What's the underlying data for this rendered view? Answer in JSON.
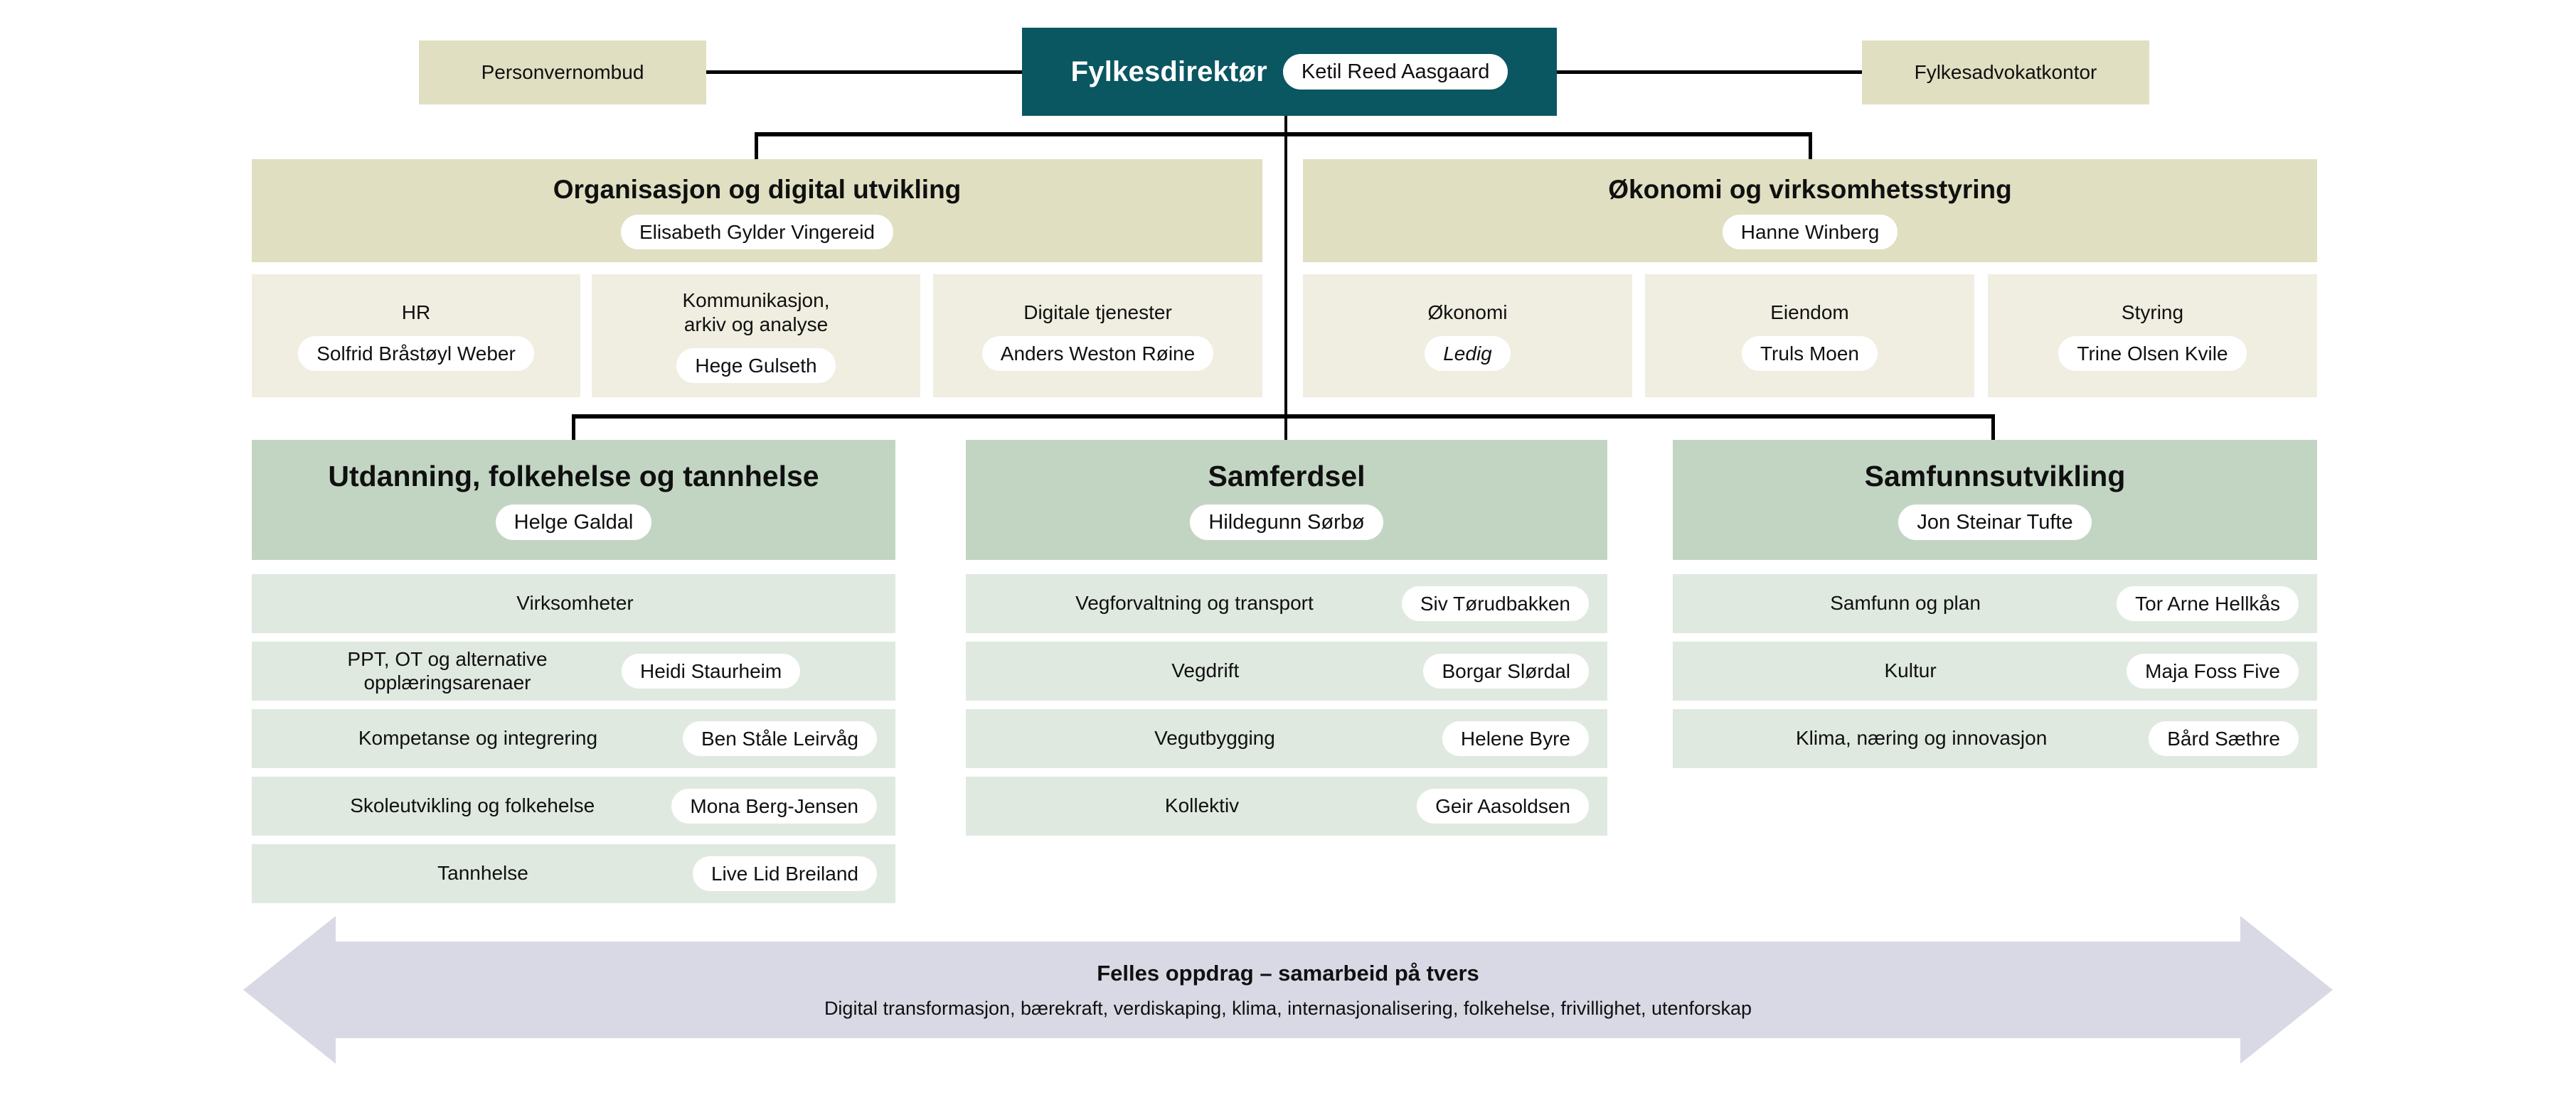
{
  "palette": {
    "teal": "#0a5661",
    "beige": "#e1dfc2",
    "cream": "#f0eee1",
    "green_header": "#c2d5c3",
    "green_row": "#dfe9e0",
    "lavender": "#d9d9e6",
    "pill_bg": "#ffffff",
    "text": "#101010",
    "line": "#000000"
  },
  "top": {
    "left_box": "Personvernombud",
    "director_title": "Fylkesdirektør",
    "director_name": "Ketil Reed Aasgaard",
    "right_box": "Fylkesadvokatkontor"
  },
  "staff": [
    {
      "title": "Organisasjon og digital utvikling",
      "name": "Elisabeth Gylder Vingereid",
      "units": [
        {
          "title": "HR",
          "name": "Solfrid Bråstøyl Weber"
        },
        {
          "title": "Kommunikasjon,\narkiv og analyse",
          "name": "Hege Gulseth"
        },
        {
          "title": "Digitale tjenester",
          "name": "Anders Weston Røine"
        }
      ]
    },
    {
      "title": "Økonomi og virksomhetsstyring",
      "name": "Hanne Winberg",
      "units": [
        {
          "title": "Økonomi",
          "name": "Ledig"
        },
        {
          "title": "Eiendom",
          "name": "Truls Moen"
        },
        {
          "title": "Styring",
          "name": "Trine Olsen Kvile"
        }
      ]
    }
  ],
  "divisions": [
    {
      "title": "Utdanning, folkehelse og tannhelse",
      "name": "Helge Galdal",
      "rows": [
        {
          "label": "Virksomheter"
        },
        {
          "label": "PPT, OT og alternative opplæringsarenaer",
          "name": "Heidi Staurheim"
        },
        {
          "label": "Kompetanse og integrering",
          "name": "Ben Ståle Leirvåg"
        },
        {
          "label": "Skoleutvikling og folkehelse",
          "name": "Mona Berg-Jensen"
        },
        {
          "label": "Tannhelse",
          "name": "Live Lid Breiland"
        }
      ]
    },
    {
      "title": "Samferdsel",
      "name": "Hildegunn Sørbø",
      "rows": [
        {
          "label": "Vegforvaltning og transport",
          "name": "Siv Tørudbakken"
        },
        {
          "label": "Vegdrift",
          "name": "Borgar Slørdal"
        },
        {
          "label": "Vegutbygging",
          "name": "Helene Byre"
        },
        {
          "label": "Kollektiv",
          "name": "Geir Aasoldsen"
        }
      ]
    },
    {
      "title": "Samfunnsutvikling",
      "name": "Jon Steinar Tufte",
      "rows": [
        {
          "label": "Samfunn og plan",
          "name": "Tor Arne Hellkås"
        },
        {
          "label": "Kultur",
          "name": "Maja Foss Five"
        },
        {
          "label": "Klima, næring og innovasjon",
          "name": "Bård Sæthre"
        }
      ]
    }
  ],
  "banner": {
    "title": "Felles oppdrag – samarbeid på tvers",
    "subtitle": "Digital transformasjon, bærekraft, verdiskaping, klima, internasjonalisering, folkehelse, frivillighet, utenforskap"
  }
}
